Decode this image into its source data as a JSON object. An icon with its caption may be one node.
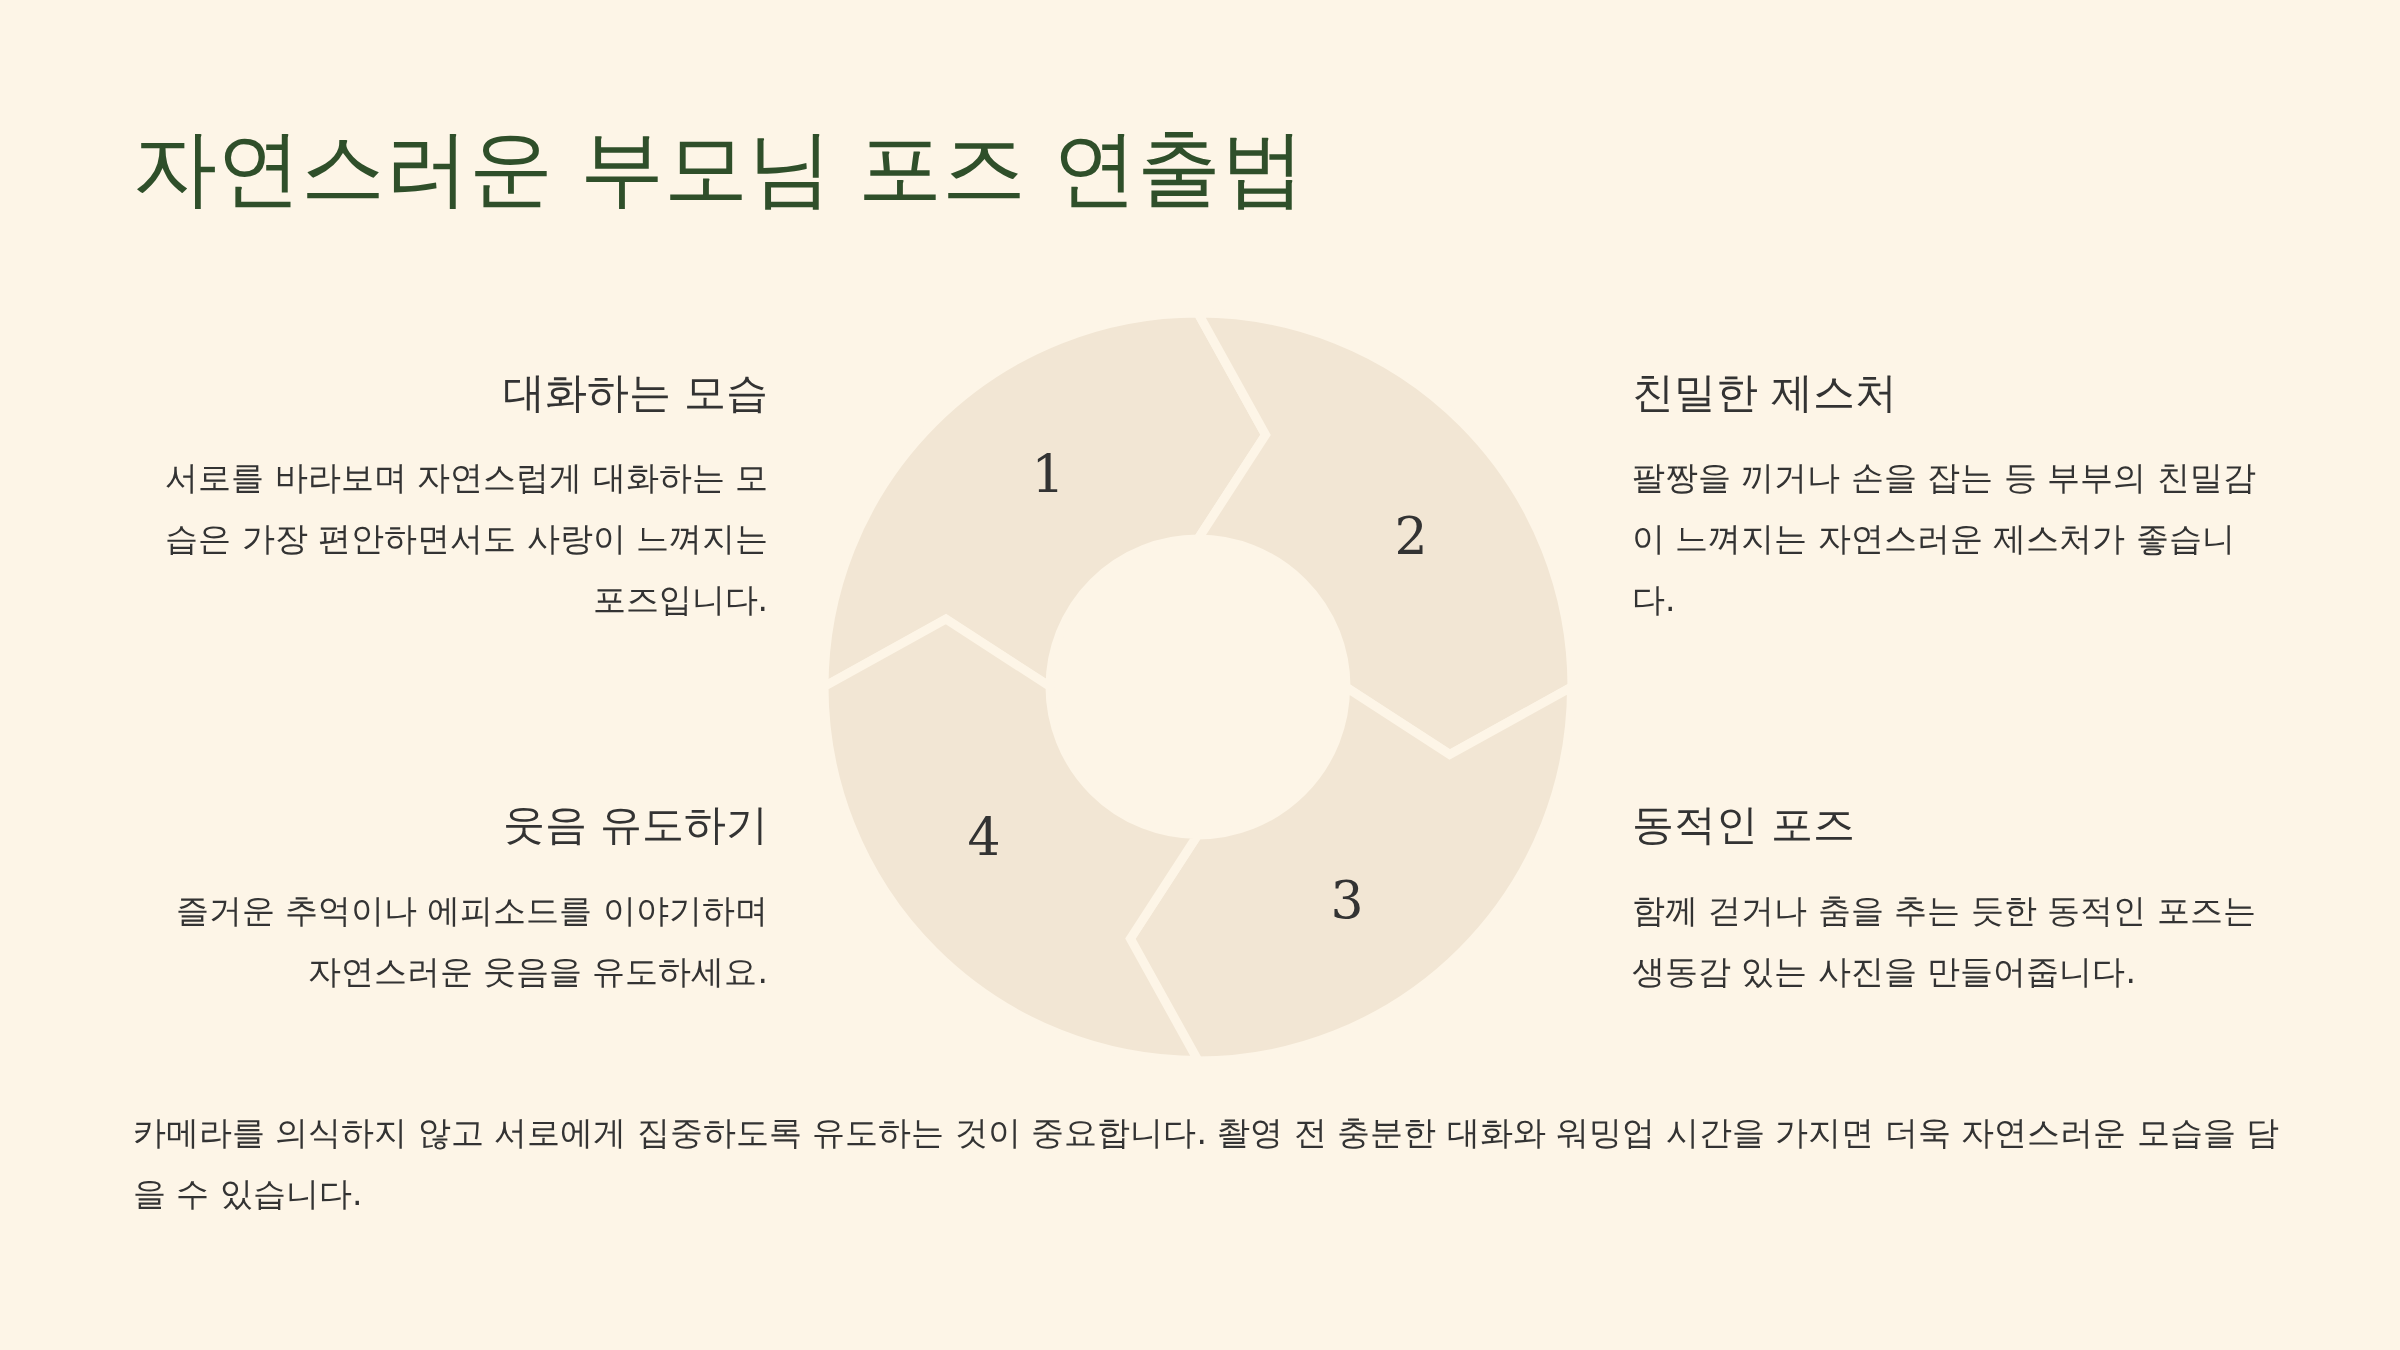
{
  "diagram": {
    "title": "자연스러운 부모님 포즈 연출법",
    "nodes": [
      {
        "text": [
          "1"
        ]
      },
      {
        "text": [
          "2"
        ]
      },
      {
        "text": [
          "3"
        ]
      },
      {
        "text": [
          "4"
        ]
      }
    ],
    "labels": [
      "대화하는 모습",
      "서로를 바라보며 자연스럽게 대화하는 모습은 가장 편안하면서도 사랑이 느껴지는 포즈입니다.",
      "친밀한 제스처",
      "팔짱을 끼거나 손을 잡는 등 부부의 친밀감이 느껴지는 자연스러운 제스처가 좋습니다.",
      "웃음 유도하기",
      "즐거운 추억이나 에피소드를 이야기하며 자연스러운 웃음을 유도하세요.",
      "동적인 포즈",
      "함께 걷거나 춤을 추는 듯한 동적인 포즈는 생동감 있는 사진을 만들어줍니다.",
      "카메라를 의식하지 않고 서로에게 집중하도록 유도하는 것이 중요합니다. 촬영 전 충분한 대화와 워밍업 시간을 가지면 더욱 자연스러운 모습을 담을 수 있습니다."
    ]
  }
}
